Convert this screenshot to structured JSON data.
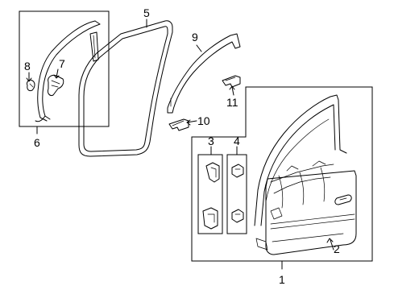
{
  "diagram": {
    "callouts": [
      {
        "id": "c1",
        "label": "1"
      },
      {
        "id": "c2",
        "label": "2"
      },
      {
        "id": "c3",
        "label": "3"
      },
      {
        "id": "c4",
        "label": "4"
      },
      {
        "id": "c5",
        "label": "5"
      },
      {
        "id": "c6",
        "label": "6"
      },
      {
        "id": "c7",
        "label": "7"
      },
      {
        "id": "c8",
        "label": "8"
      },
      {
        "id": "c9",
        "label": "9"
      },
      {
        "id": "c10",
        "label": "10"
      },
      {
        "id": "c11",
        "label": "11"
      }
    ],
    "parts": [
      "front-door-shell",
      "door-outer-panel",
      "upper-clip",
      "lower-clip",
      "door-opening-weatherstrip",
      "corner-seal-assembly",
      "mirror-seal",
      "clip-fastener",
      "run-channel-seal",
      "lower-seal-bracket",
      "upper-seal-bracket"
    ],
    "line_color": "#000000",
    "background_color": "#ffffff"
  }
}
